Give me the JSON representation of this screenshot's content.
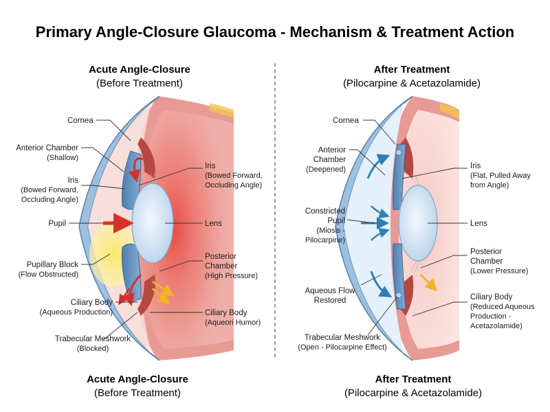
{
  "title": "Primary Angle-Closure Glaucoma - Mechanism & Treatment Action",
  "left_panel": {
    "heading": "Acute Angle-Closure",
    "subheading": "(Before Treatment)",
    "footer_heading": "Acute Angle-Closure",
    "footer_subheading": "(Before Treatment)",
    "labels": {
      "cornea": "Cornea",
      "anterior_chamber": "Anterior Chamber",
      "anterior_chamber_note": "(Shallow)",
      "iris_left": "Iris",
      "iris_left_note1": "(Bowed Forward,",
      "iris_left_note2": "Occluding Angle)",
      "pupil": "Pupil",
      "pupillary_block": "Pupillary Block",
      "pupillary_block_note": "(Flow Obstructed)",
      "ciliary_body": "Ciliary Body",
      "ciliary_body_note": "(Aqueous Production)",
      "trabecular": "Trabecular Meshwork",
      "trabecular_note": "(Blocked)",
      "iris_right": "Iris",
      "iris_right_note1": "(Bowed Forward,",
      "iris_right_note2": "Occluding Angle)",
      "lens": "Lens",
      "posterior_chamber": "Posterior",
      "posterior_chamber2": "Chamber",
      "posterior_chamber_note": "(High Pressure)",
      "ciliary_body_right": "Ciliary Body",
      "ciliary_body_right_note": "(Aqueori Humor)"
    }
  },
  "right_panel": {
    "heading": "After Treatment",
    "subheading": "(Pilocarpine & Acetazolamide)",
    "footer_heading": "After Treatment",
    "footer_subheading": "(Pilocarpine & Acetazolamide)",
    "labels": {
      "cornea": "Cornea",
      "anterior_chamber": "Anterior",
      "anterior_chamber2": "Chamber",
      "anterior_chamber_note": "(Deepened)",
      "constricted_pupil": "Constricted",
      "constricted_pupil2": "Pupil",
      "constricted_pupil_note1": "(Miosis -",
      "constricted_pupil_note2": "Pilocarpine)",
      "aqueous_flow": "Aqueous Flow",
      "aqueous_flow2": "Restored",
      "trabecular": "Trabecular Meshwork",
      "trabecular_note": "(Open - Pilocarpine Effect)",
      "iris": "Iris",
      "iris_note1": "(Flat, Pulled Away",
      "iris_note2": "from Angle)",
      "lens": "Lens",
      "posterior_chamber": "Posterior",
      "posterior_chamber2": "Chamber",
      "posterior_chamber_note": "(Lower Pressure)",
      "ciliary_body": "Ciliary Body",
      "ciliary_body_note1": "(Reduced Aqueous",
      "ciliary_body_note2": "Production -",
      "ciliary_body_note3": "Acetazolamide)"
    }
  },
  "colors": {
    "cornea_fill": "#dce9f5",
    "cornea_stroke": "#5a7fa8",
    "sclera": "#e89a94",
    "sclera_dark": "#c9524b",
    "iris": "#6d98c4",
    "lens": "#cfe3f2",
    "pressure_red": "#e8453c",
    "pupil_block_yellow": "#f9e87a",
    "flow_blue": "#2f7fb5",
    "arrow_red": "#d8302b",
    "arrow_yellow": "#f0b428"
  }
}
